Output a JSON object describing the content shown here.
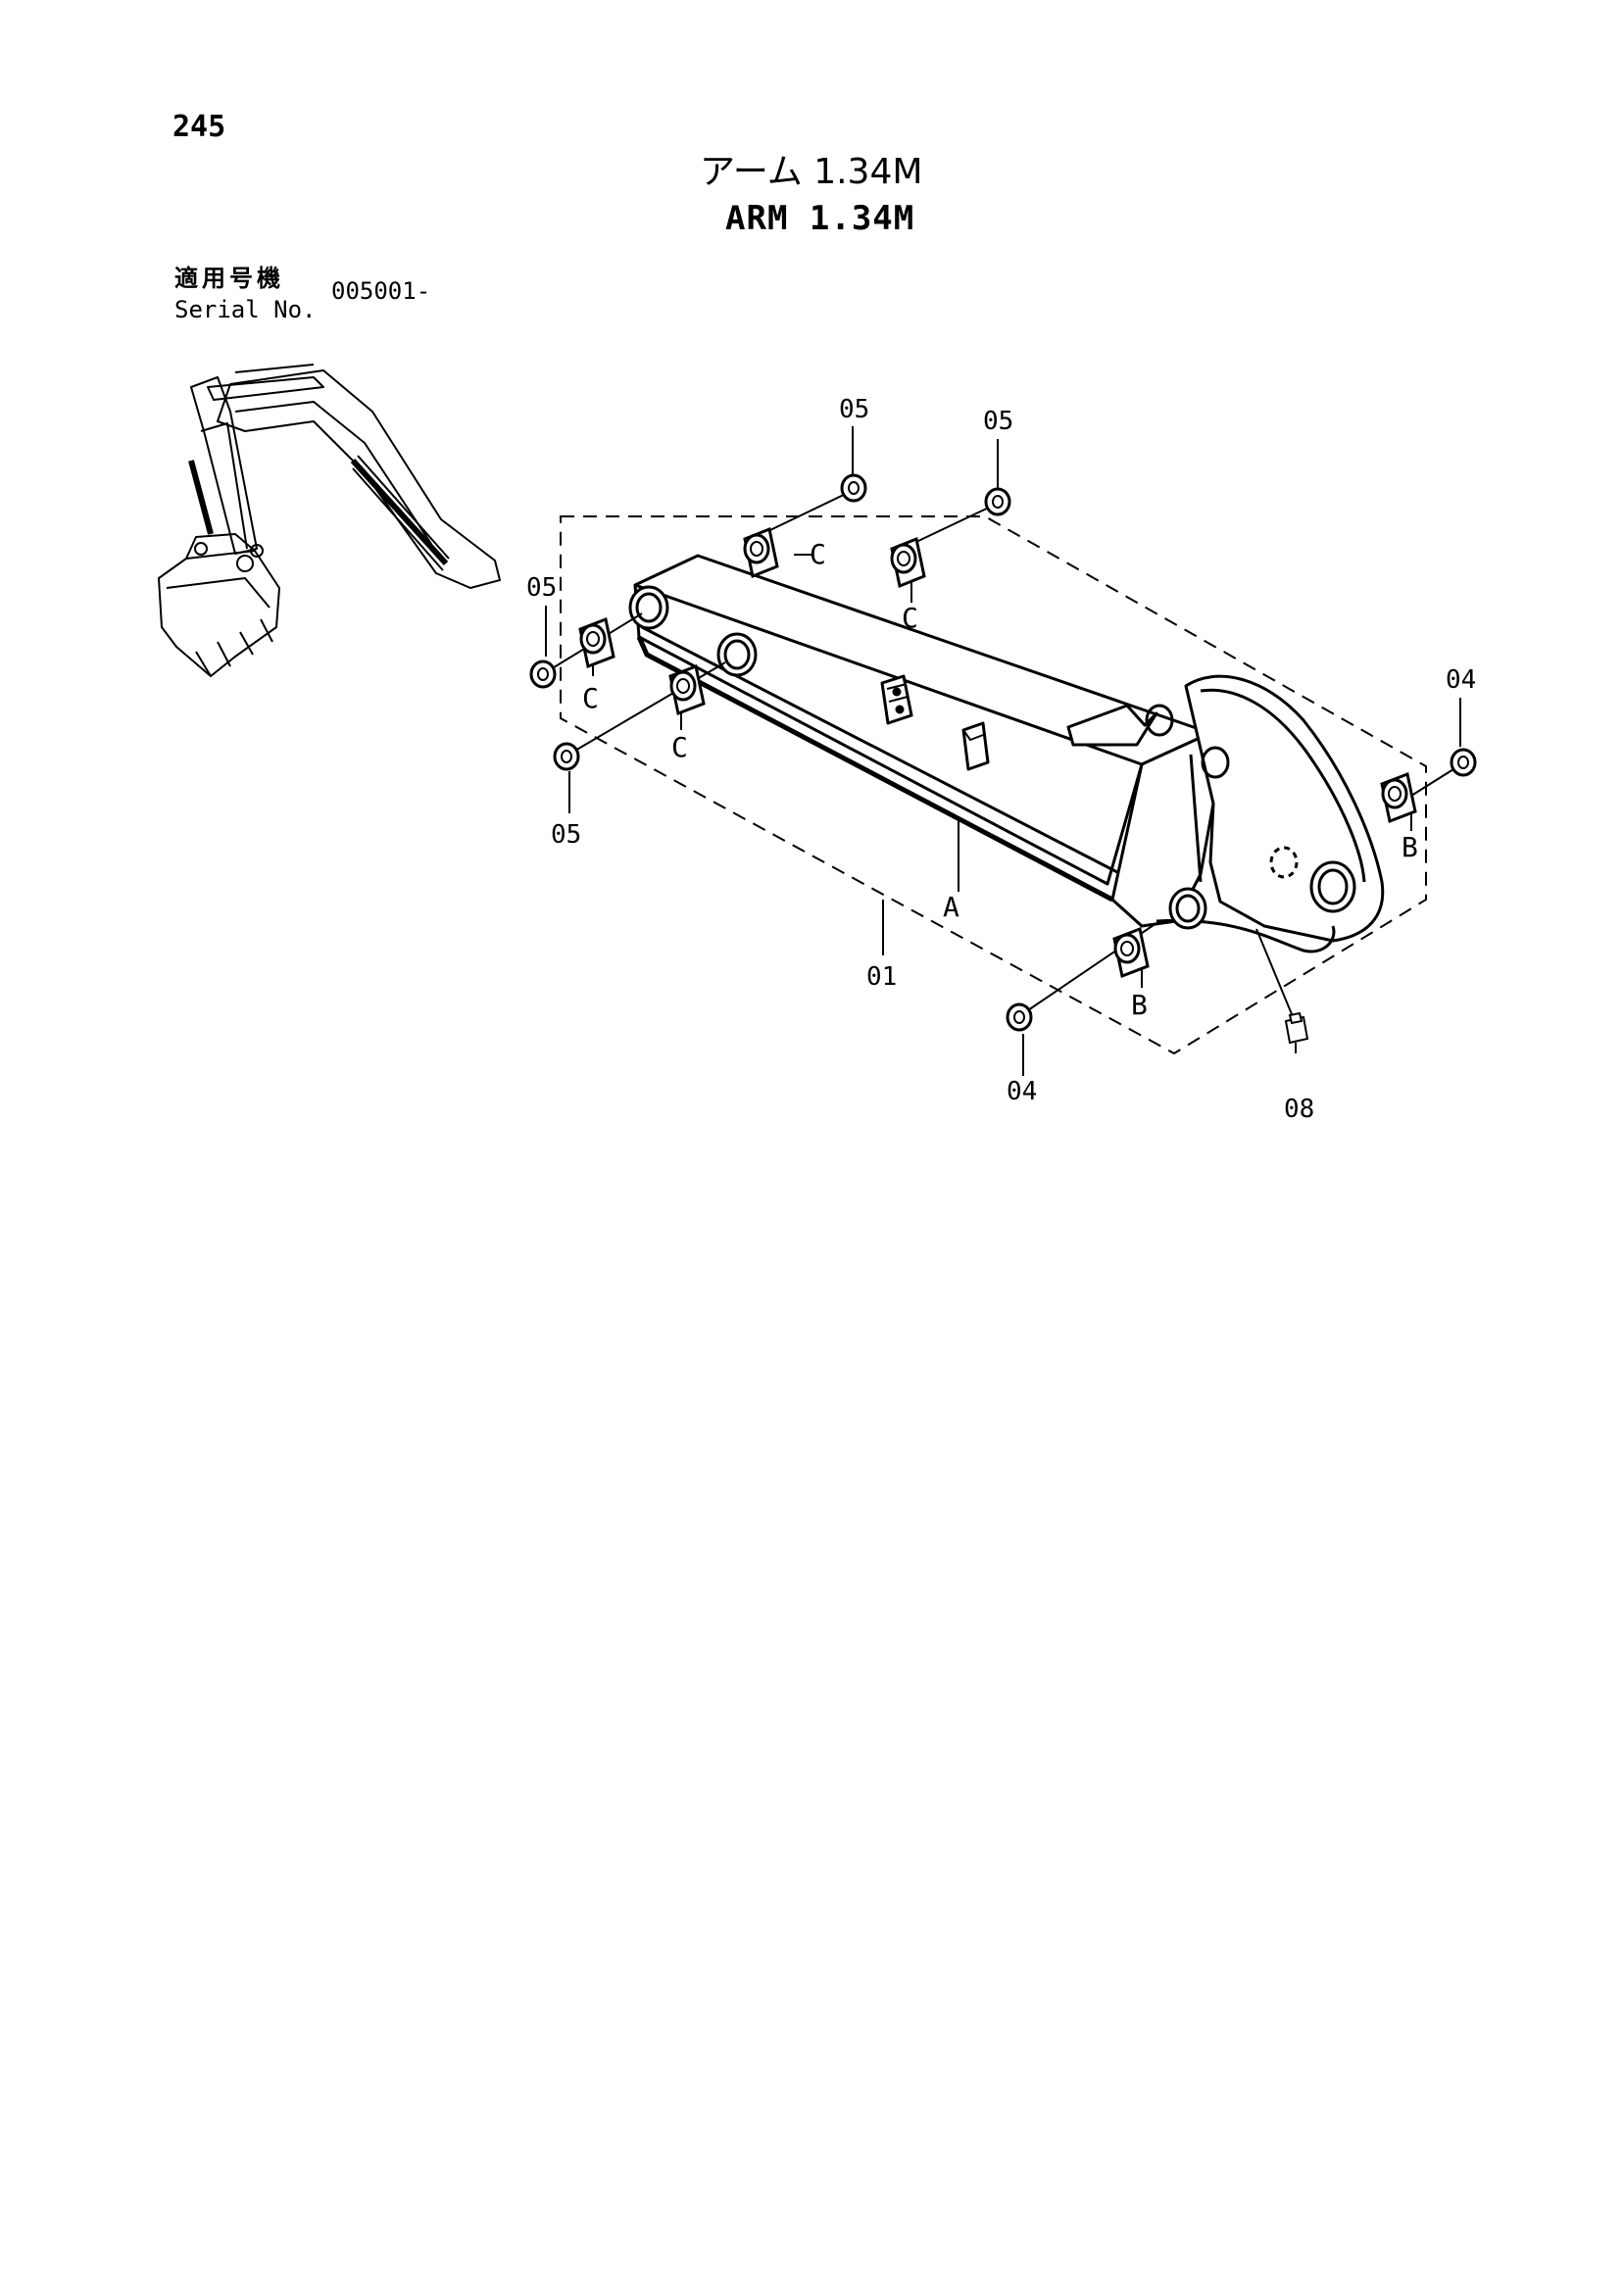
{
  "page_number": "245",
  "title": {
    "japanese": "アーム 1.34M",
    "english": "ARM 1.34M"
  },
  "serial": {
    "label_jp": "適用号機",
    "label_en": "Serial No.",
    "value": "005001-"
  },
  "callouts": {
    "washer_top_1": "05",
    "washer_top_2": "05",
    "washer_left_1": "05",
    "washer_left_2": "05",
    "washer_right": "04",
    "washer_bottom": "04",
    "bushing_c_1": "C",
    "bushing_c_2": "C",
    "bushing_c_3": "C",
    "bushing_c_4": "C",
    "bushing_b_1": "B",
    "bushing_b_2": "B",
    "arm_body": "A",
    "assembly": "01",
    "grease_fitting": "08"
  }
}
